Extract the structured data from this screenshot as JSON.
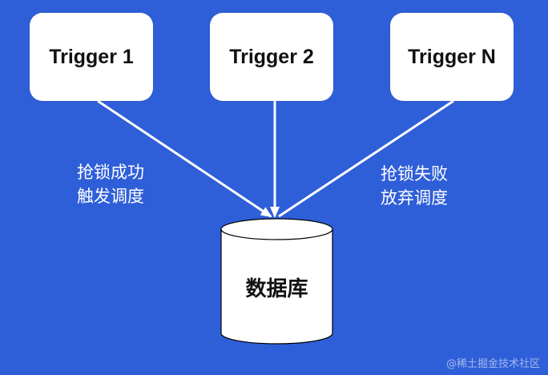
{
  "triggers": [
    {
      "label": "Trigger 1"
    },
    {
      "label": "Trigger 2"
    },
    {
      "label": "Trigger N"
    }
  ],
  "annotations": {
    "success": [
      "抢锁成功",
      "触发调度"
    ],
    "failure": [
      "抢锁失败",
      "放弃调度"
    ]
  },
  "database": {
    "label": "数据库"
  },
  "watermark": "@稀土掘金技术社区",
  "colors": {
    "background": "#2f5fd8",
    "box": "#ffffff",
    "arrow": "#ffffff"
  }
}
